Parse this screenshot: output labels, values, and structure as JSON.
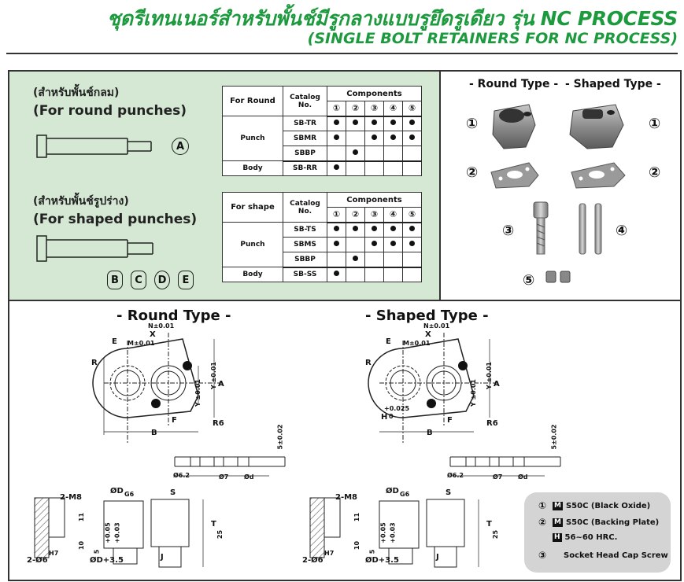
{
  "header": {
    "title_th": "ชุดรีเทนเนอร์สำหรับพั้นช์มีรูกลางแบบรูยึดรูเดียว รุ่น NC PROCESS",
    "title_en": "(SINGLE BOLT RETAINERS FOR NC PROCESS)"
  },
  "round_section": {
    "title_th": "(สำหรับพั้นช์กลม)",
    "title_en": "(For round punches)",
    "letters": [
      "A"
    ]
  },
  "shape_section": {
    "title_th": "(สำหรับพั้นช์รูปร่าง)",
    "title_en": "(For shaped punches)",
    "letters": [
      "B",
      "C",
      "D",
      "E"
    ]
  },
  "table_round": {
    "group_header": "For Round",
    "catalog_header": "Catalog No.",
    "components_header": "Components",
    "component_nums": [
      "①",
      "②",
      "③",
      "④",
      "⑤"
    ],
    "punch_label": "Punch",
    "body_label": "Body",
    "rows": [
      {
        "catalog": "SB-TR",
        "marks": [
          true,
          true,
          true,
          true,
          true
        ]
      },
      {
        "catalog": "SBMR",
        "marks": [
          true,
          false,
          true,
          true,
          true
        ]
      },
      {
        "catalog": "SBBP",
        "marks": [
          false,
          true,
          false,
          false,
          false
        ]
      },
      {
        "catalog": "SB-RR",
        "marks": [
          true,
          false,
          false,
          false,
          false
        ]
      }
    ]
  },
  "table_shape": {
    "group_header": "For shape",
    "catalog_header": "Catalog No.",
    "components_header": "Components",
    "component_nums": [
      "①",
      "②",
      "③",
      "④",
      "⑤"
    ],
    "punch_label": "Punch",
    "body_label": "Body",
    "rows": [
      {
        "catalog": "SB-TS",
        "marks": [
          true,
          true,
          true,
          true,
          true
        ]
      },
      {
        "catalog": "SBMS",
        "marks": [
          true,
          false,
          true,
          true,
          true
        ]
      },
      {
        "catalog": "SBBP",
        "marks": [
          false,
          true,
          false,
          false,
          false
        ]
      },
      {
        "catalog": "SB-SS",
        "marks": [
          true,
          false,
          false,
          false,
          false
        ]
      }
    ]
  },
  "photos": {
    "round_title": "- Round Type -",
    "shaped_title": "- Shaped Type -",
    "nums": [
      "①",
      "①",
      "②",
      "②",
      "③",
      "④",
      "⑤"
    ]
  },
  "drawings": {
    "round_title": "- Round Type -",
    "shaped_title": "- Shaped Type -",
    "dims": {
      "N": "N±0.01",
      "X": "X",
      "M": "M±0.01",
      "E": "E",
      "R": "R",
      "Y": "Y ±0.01",
      "Y2": "Y ±0.01",
      "A": "A",
      "F": "F",
      "B": "B",
      "R6": "R6",
      "H": "H",
      "H_tol": "+0.025",
      "H_tol0": "0",
      "tol5": "5±0.02",
      "d62": "Ø6.2",
      "d7": "Ø7",
      "dd": "Ød",
      "m8": "2-M8",
      "dD": "ØD",
      "g6": "G6",
      "S": "S",
      "T": "T",
      "n11": "11",
      "n10": "10",
      "n25": "25",
      "tolH": "+0.05",
      "tolL": "+0.03",
      "n5": "5",
      "h7": "H7",
      "d6": "2-Ø6",
      "dD35": "ØD+3.5",
      "J": "J"
    }
  },
  "legend": {
    "rows": [
      {
        "num": "①",
        "mat": "M",
        "text": "S50C (Black Oxide)"
      },
      {
        "num": "②",
        "mat": "M",
        "text": "S50C (Backing Plate)"
      },
      {
        "num": "",
        "mat": "H",
        "text": "56~60 HRC."
      },
      {
        "num": "③",
        "mat": "",
        "text": "Socket Head Cap Screw"
      }
    ]
  }
}
